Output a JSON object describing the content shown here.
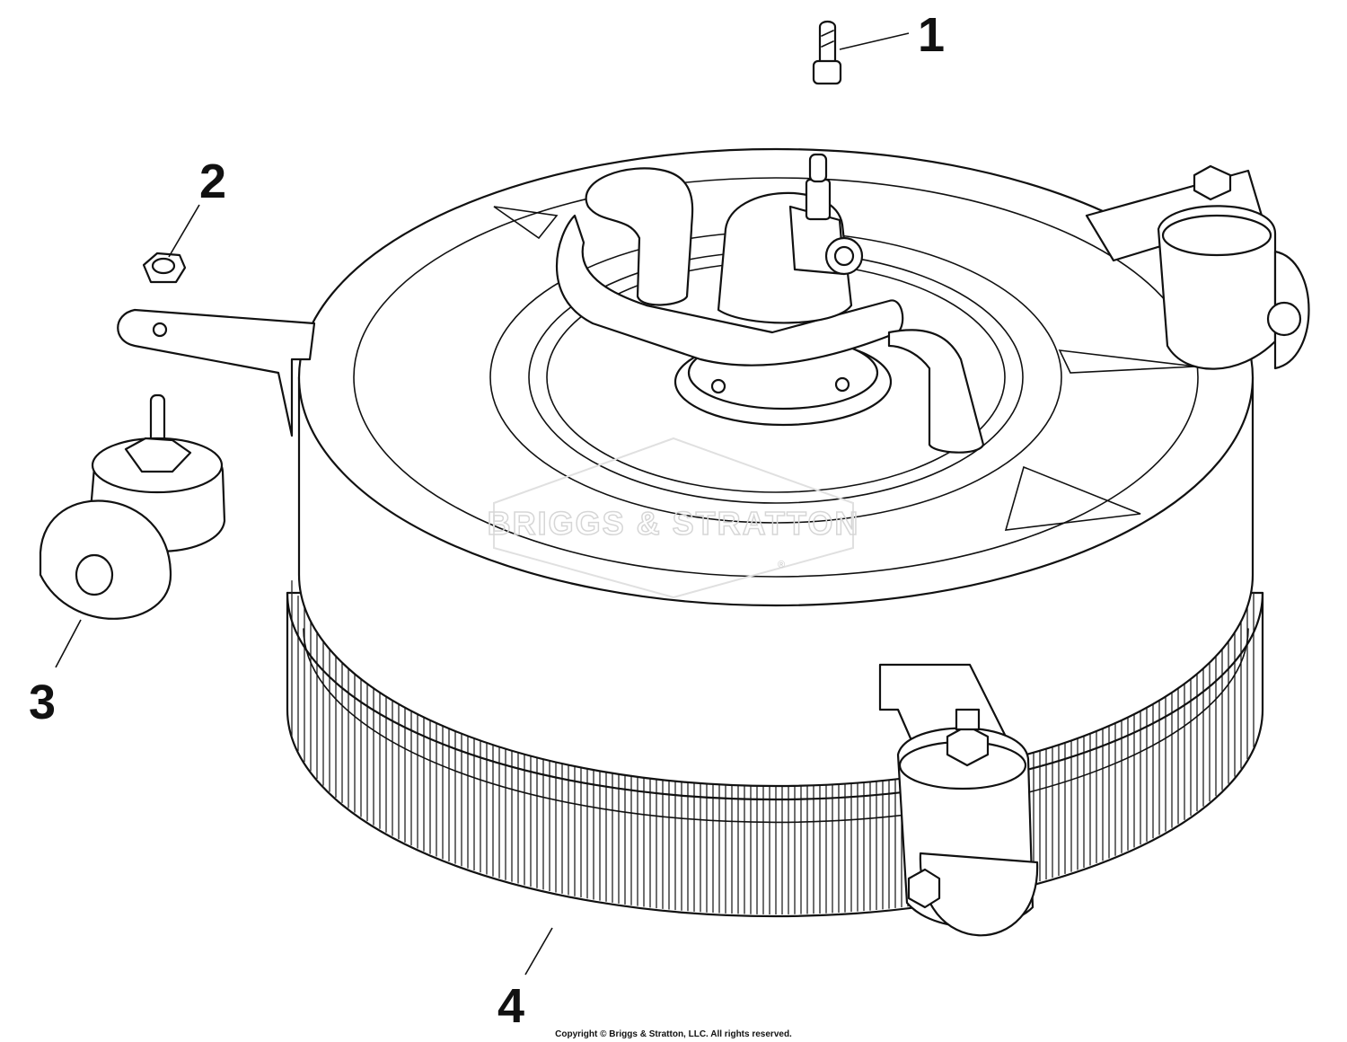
{
  "callouts": [
    {
      "number": "1",
      "part": "set-screw"
    },
    {
      "number": "2",
      "part": "hex-nut"
    },
    {
      "number": "3",
      "part": "swivel-caster"
    },
    {
      "number": "4",
      "part": "surface-cleaner-brush-ring"
    }
  ],
  "watermark": {
    "brand": "BRIGGS & STRATTON",
    "registered_mark": "®"
  },
  "copyright": "Copyright © Briggs & Stratton, LLC. All rights reserved.",
  "colors": {
    "line": "#111111",
    "watermark": "#d6d6d6",
    "background": "#ffffff"
  }
}
